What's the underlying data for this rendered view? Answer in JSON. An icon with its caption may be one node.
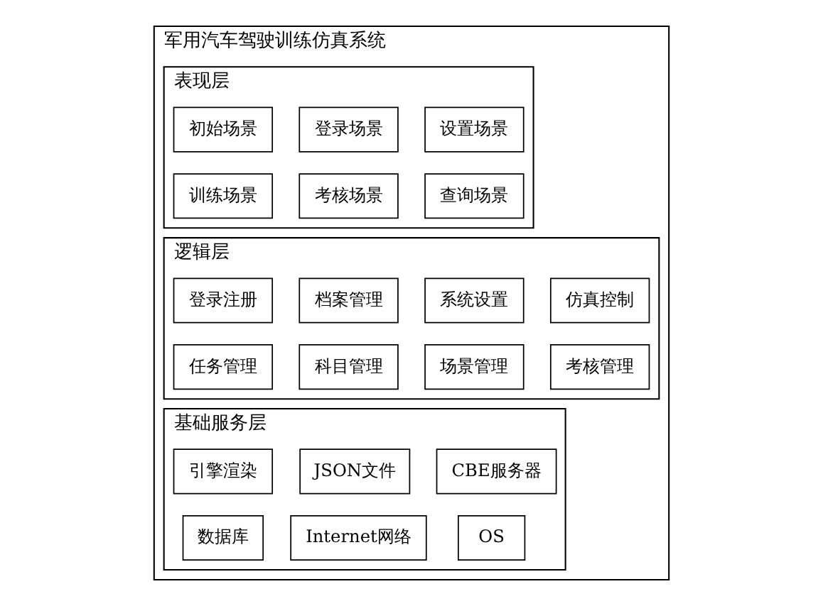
{
  "diagram": {
    "nodes": [
      {
        "text": [
          "军用汽车驾驶训练仿真系统"
        ]
      },
      {
        "text": [
          "表现层"
        ],
        "in": 0
      },
      {
        "text": [
          "初始场景"
        ],
        "in": 1
      },
      {
        "text": [
          "登录场景"
        ],
        "in": 1
      },
      {
        "text": [
          "设置场景"
        ],
        "in": 1
      },
      {
        "text": [
          "训练场景"
        ],
        "in": 1
      },
      {
        "text": [
          "考核场景"
        ],
        "in": 1
      },
      {
        "text": [
          "查询场景"
        ],
        "in": 1
      },
      {
        "text": [
          "逻辑层"
        ],
        "in": 0
      },
      {
        "text": [
          "登录注册"
        ],
        "in": 8
      },
      {
        "text": [
          "档案管理"
        ],
        "in": 8
      },
      {
        "text": [
          "系统设置"
        ],
        "in": 8
      },
      {
        "text": [
          "仿真控制"
        ],
        "in": 8
      },
      {
        "text": [
          "任务管理"
        ],
        "in": 8
      },
      {
        "text": [
          "科目管理"
        ],
        "in": 8
      },
      {
        "text": [
          "场景管理"
        ],
        "in": 8
      },
      {
        "text": [
          "考核管理"
        ],
        "in": 8
      },
      {
        "text": [
          "基础服务层"
        ],
        "in": 0
      },
      {
        "text": [
          "引擎渲染"
        ],
        "in": 17
      },
      {
        "text": [
          "JSON文件"
        ],
        "in": 17
      },
      {
        "text": [
          "CBE服务器"
        ],
        "in": 17
      },
      {
        "text": [
          "数据库"
        ],
        "in": 17
      },
      {
        "text": [
          "Internet网络"
        ],
        "in": 17
      },
      {
        "text": [
          "OS"
        ],
        "in": 17
      }
    ],
    "edges": []
  }
}
